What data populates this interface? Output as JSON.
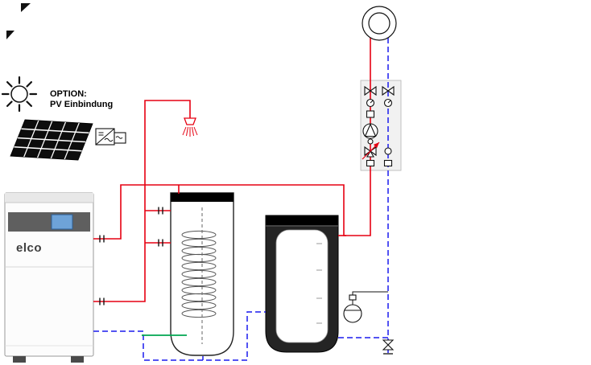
{
  "labels": {
    "pv_option_line1": "OPTION:",
    "pv_option_line2": "PV Einbindung",
    "heat_pump_brand": "elco"
  },
  "colors": {
    "flow_red": "#e60012",
    "return_blue": "#1a1aee",
    "sensor_green": "#00a651",
    "panel_dark": "#0d0d0d",
    "tank_dark": "#242424",
    "tank_cap": "#000000",
    "display_blue": "#6ea3d8",
    "hp_panel_gray": "#5f5f5f",
    "group_bg": "#f1f1f1"
  },
  "icons": {
    "sun-icon": "sun with rays",
    "pv-panel-icon": "tilted solar module grid",
    "inverter-icon": "DC/AC converter boxes",
    "shower-icon": "shower head with spray",
    "dhw-tank-icon": "cylinder with internal heating coil",
    "buffer-tank-icon": "insulated buffer cylinder",
    "heating-consumer-icon": "concentric circles",
    "pump-icon": "circle with triangle",
    "shutoff-valve-icon": "bowtie",
    "thermometer-icon": "small dial",
    "mixing-valve-icon": "three-way valve with red arrow",
    "expansion-vessel-icon": "membrane vessel",
    "drain-valve-icon": "vertical bowtie with end cap"
  }
}
